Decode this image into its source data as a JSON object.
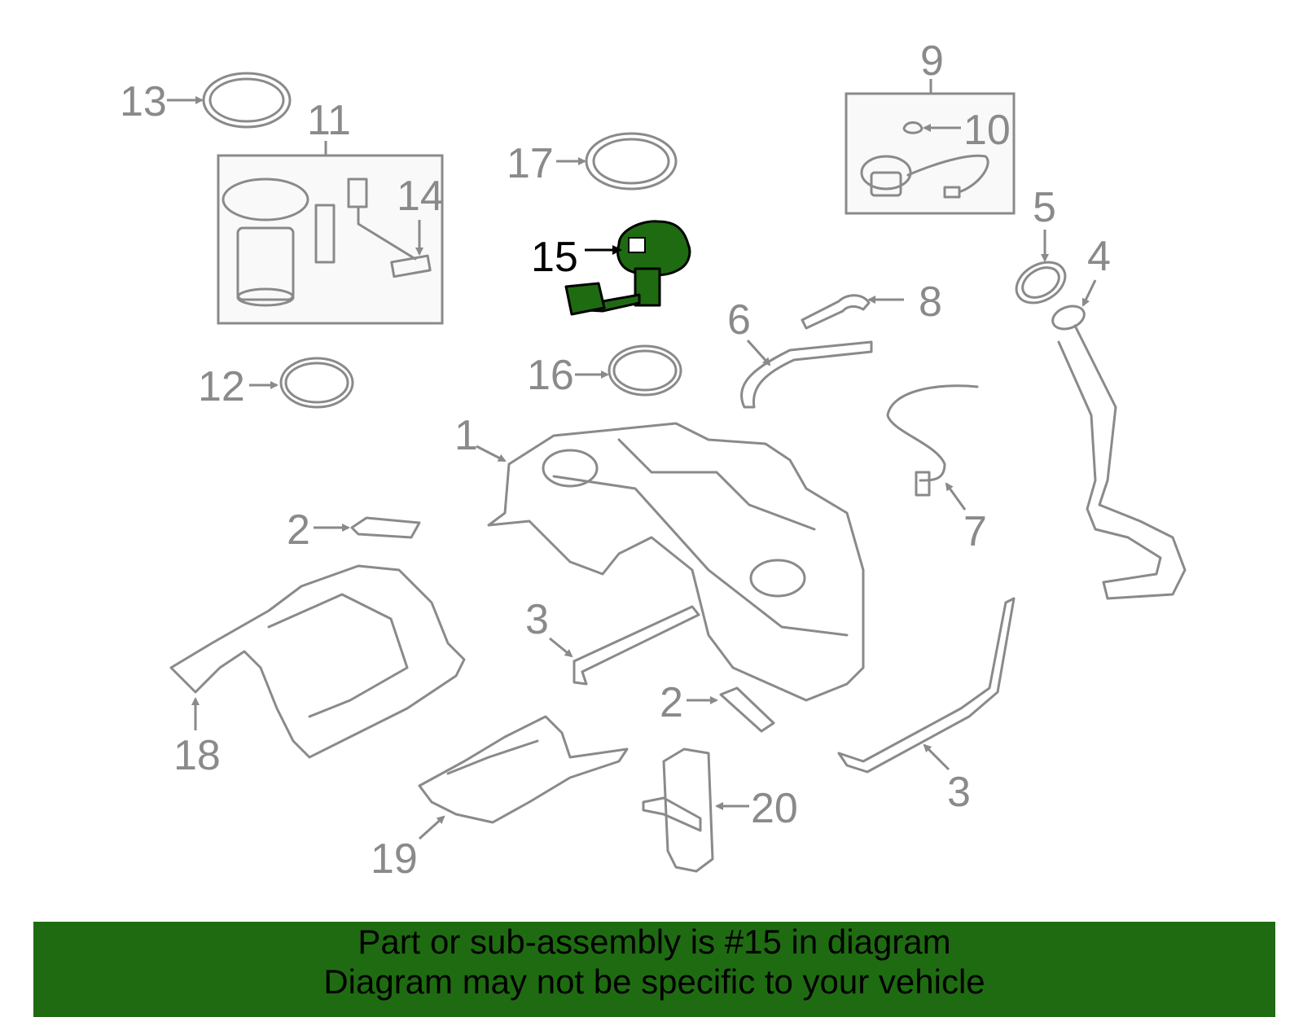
{
  "colors": {
    "banner_background": "#1f6b12",
    "highlight_part": "#1f6b12",
    "line_gray": "#8a8a8a",
    "highlight_label": "#000000"
  },
  "callouts": {
    "c1": "1",
    "c2a": "2",
    "c2b": "2",
    "c3a": "3",
    "c3b": "3",
    "c4": "4",
    "c5": "5",
    "c6": "6",
    "c7": "7",
    "c8": "8",
    "c9": "9",
    "c10": "10",
    "c11": "11",
    "c12": "12",
    "c13": "13",
    "c14": "14",
    "c15": "15",
    "c16": "16",
    "c17": "17",
    "c18": "18",
    "c19": "19",
    "c20": "20"
  },
  "highlighted_part": "15",
  "banner": {
    "line1": "Part or sub-assembly is #15 in diagram",
    "line2": "Diagram may not be specific to your vehicle"
  }
}
